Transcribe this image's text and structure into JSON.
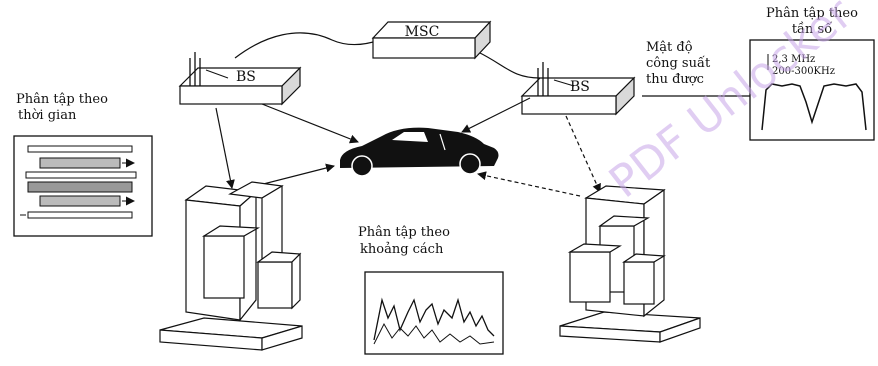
{
  "nodes": {
    "msc": "MSC",
    "bs_left": "BS",
    "bs_right": "BS"
  },
  "labels": {
    "time_diversity_line1": "Phân tập theo",
    "time_diversity_line2": "thời gian",
    "distance_diversity_line1": "Phân tập theo",
    "distance_diversity_line2": "khoảng cách",
    "freq_diversity_line1": "Phân tập theo",
    "freq_diversity_line2": "tần số",
    "power_density_line1": "Mật độ",
    "power_density_line2": "công suất",
    "power_density_line3": "thu được"
  },
  "spectrum": {
    "band_label": "2,3 MHz",
    "sub_band_label": "200-300KHz"
  },
  "watermark": {
    "text": "PDF Unlocker",
    "color": "#c7a6e8"
  },
  "colors": {
    "ink": "#111111",
    "paper": "#ffffff"
  }
}
